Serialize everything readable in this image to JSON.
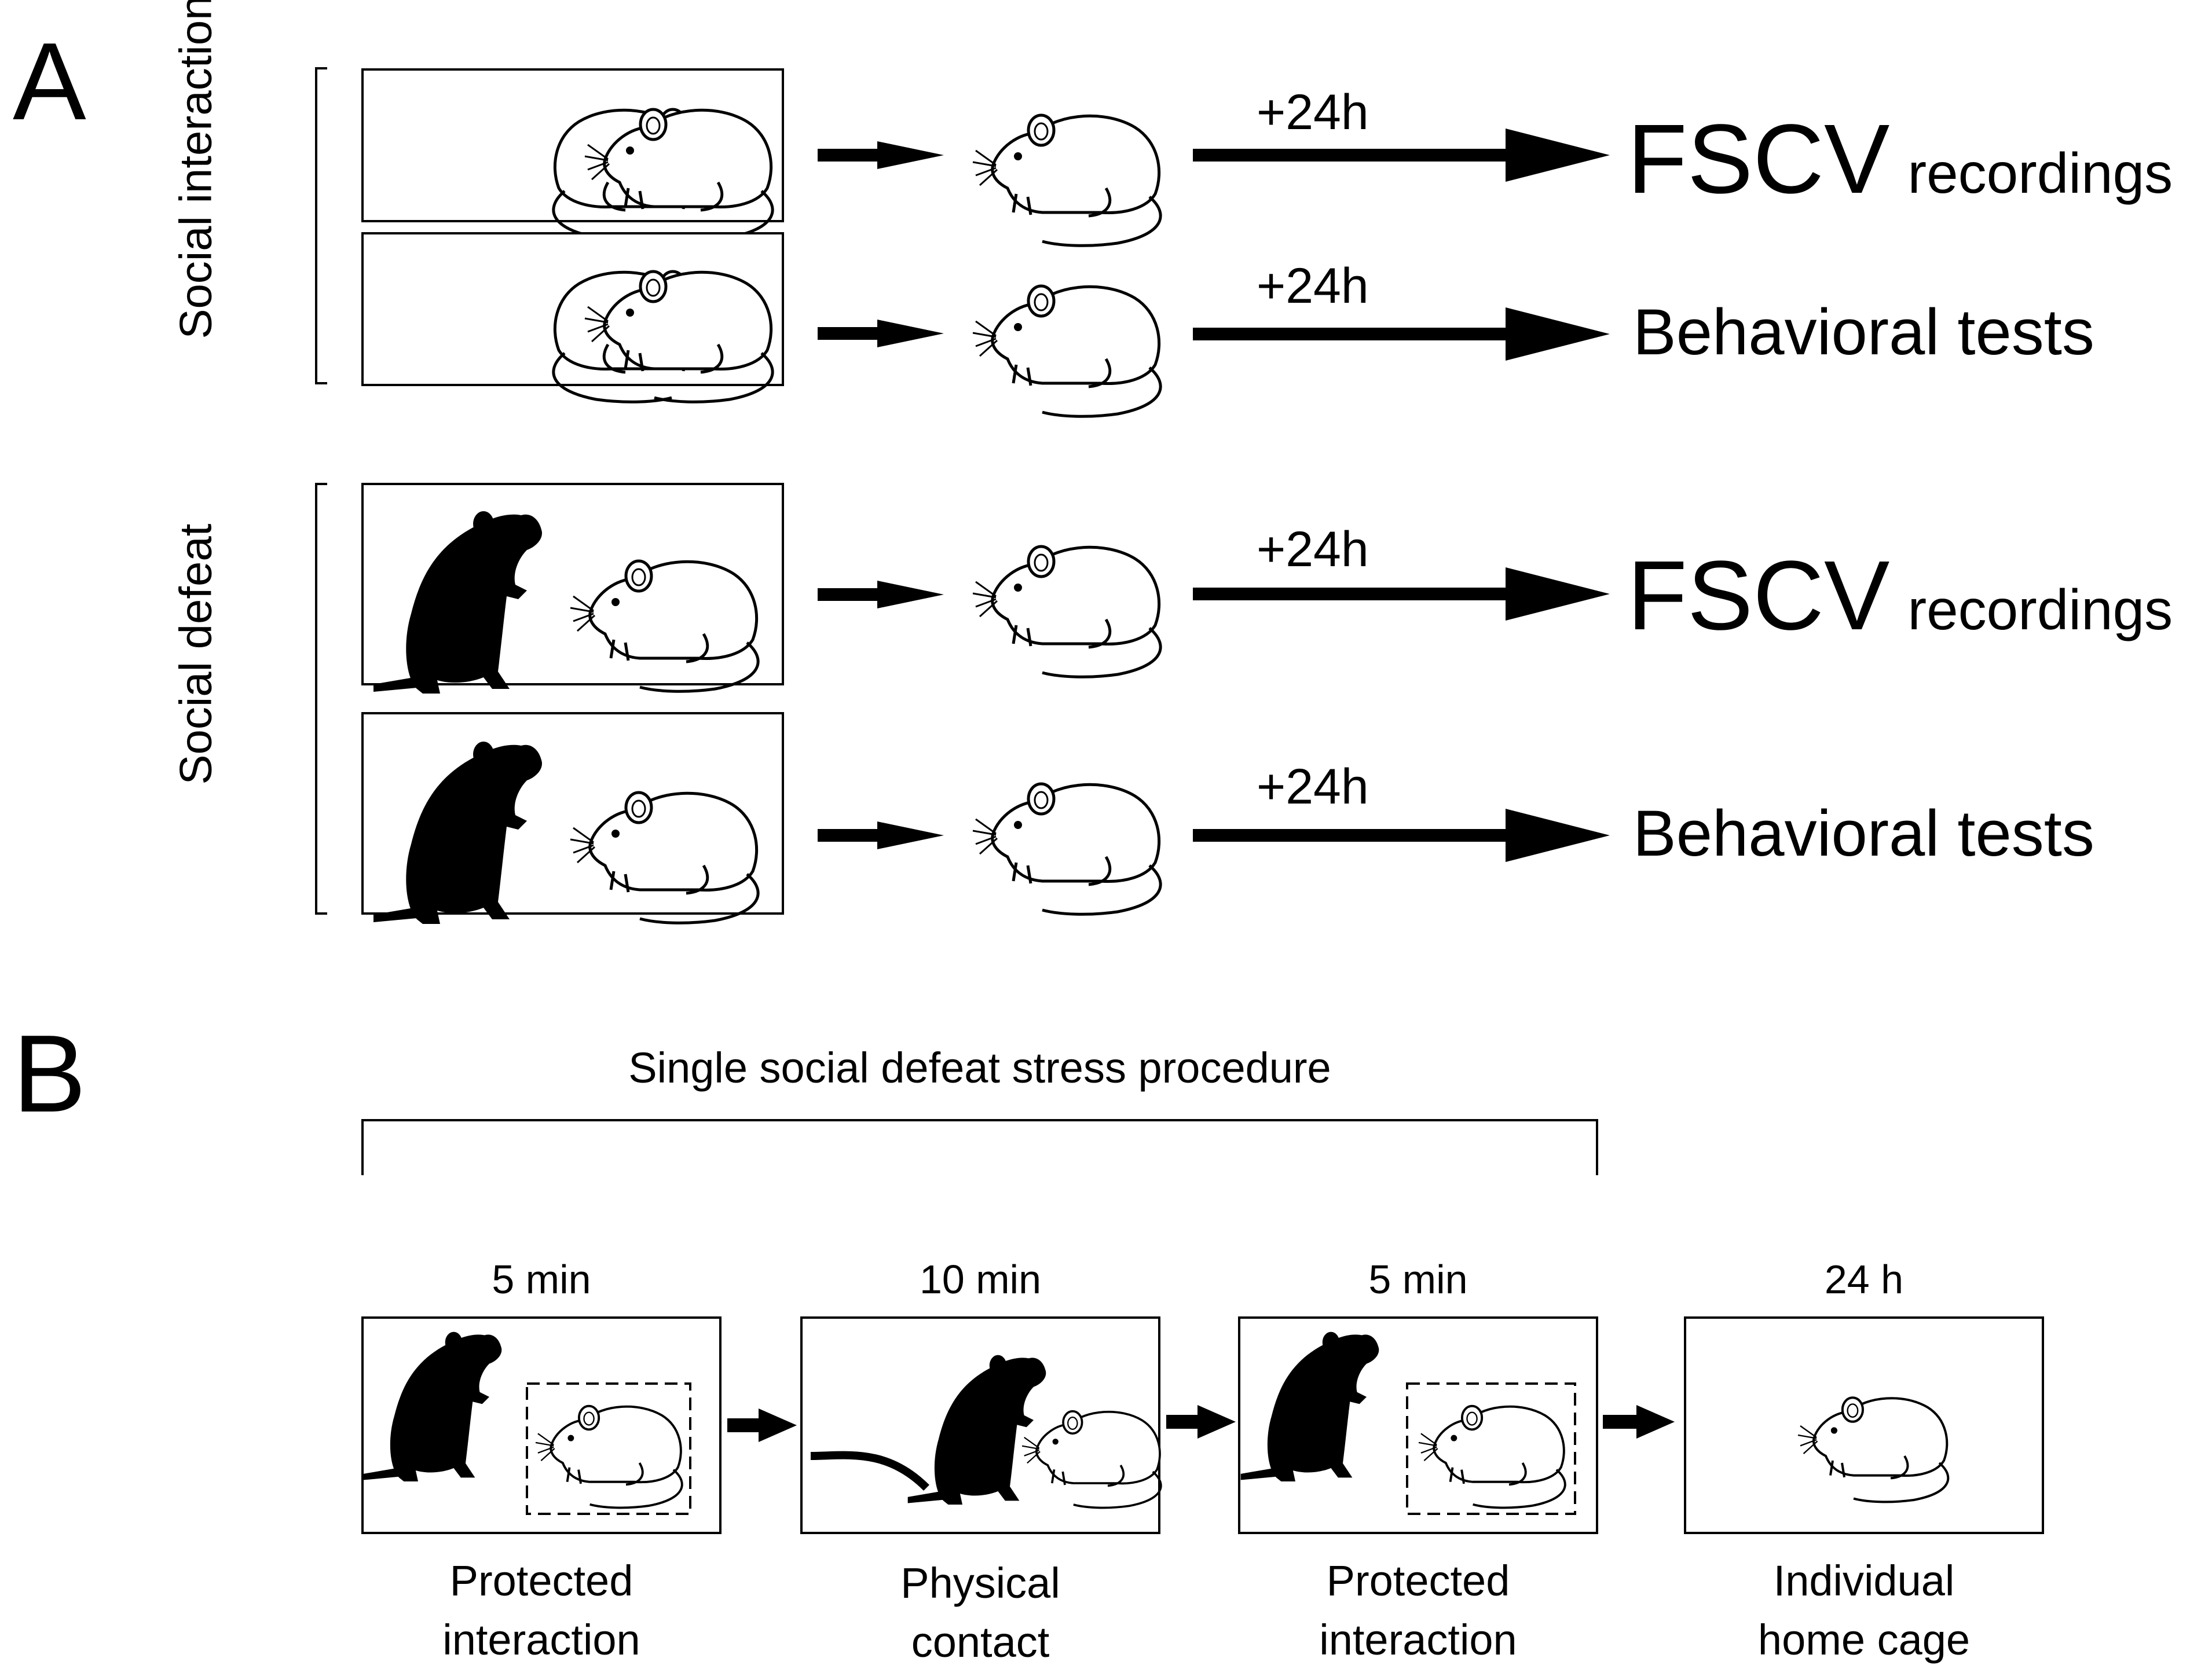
{
  "panel_a": {
    "label": "A",
    "groups": [
      {
        "label": "Social interaction",
        "rows": [
          {
            "delay": "+24h",
            "outcome_big": "FSCV",
            "outcome_small": "recordings"
          },
          {
            "delay": "+24h",
            "outcome": "Behavioral tests"
          }
        ]
      },
      {
        "label": "Social defeat",
        "rows": [
          {
            "delay": "+24h",
            "outcome_big": "FSCV",
            "outcome_small": "recordings"
          },
          {
            "delay": "+24h",
            "outcome": "Behavioral tests"
          }
        ]
      }
    ]
  },
  "panel_b": {
    "label": "B",
    "title": "Single social defeat stress procedure",
    "steps": [
      {
        "duration": "5 min",
        "caption_line1": "Protected",
        "caption_line2": "interaction"
      },
      {
        "duration": "10 min",
        "caption_line1": "Physical",
        "caption_line2": "contact"
      },
      {
        "duration": "5 min",
        "caption_line1": "Protected",
        "caption_line2": "interaction"
      },
      {
        "duration": "24 h",
        "caption_line1": "Individual",
        "caption_line2": "home cage"
      }
    ]
  },
  "colors": {
    "line": "#000000",
    "background": "#ffffff",
    "resident_rat": "#000000",
    "intruder_rat": "#ffffff"
  },
  "icons": [
    "resident-rat-silhouette",
    "intruder-rat-outline",
    "arrow-right"
  ]
}
